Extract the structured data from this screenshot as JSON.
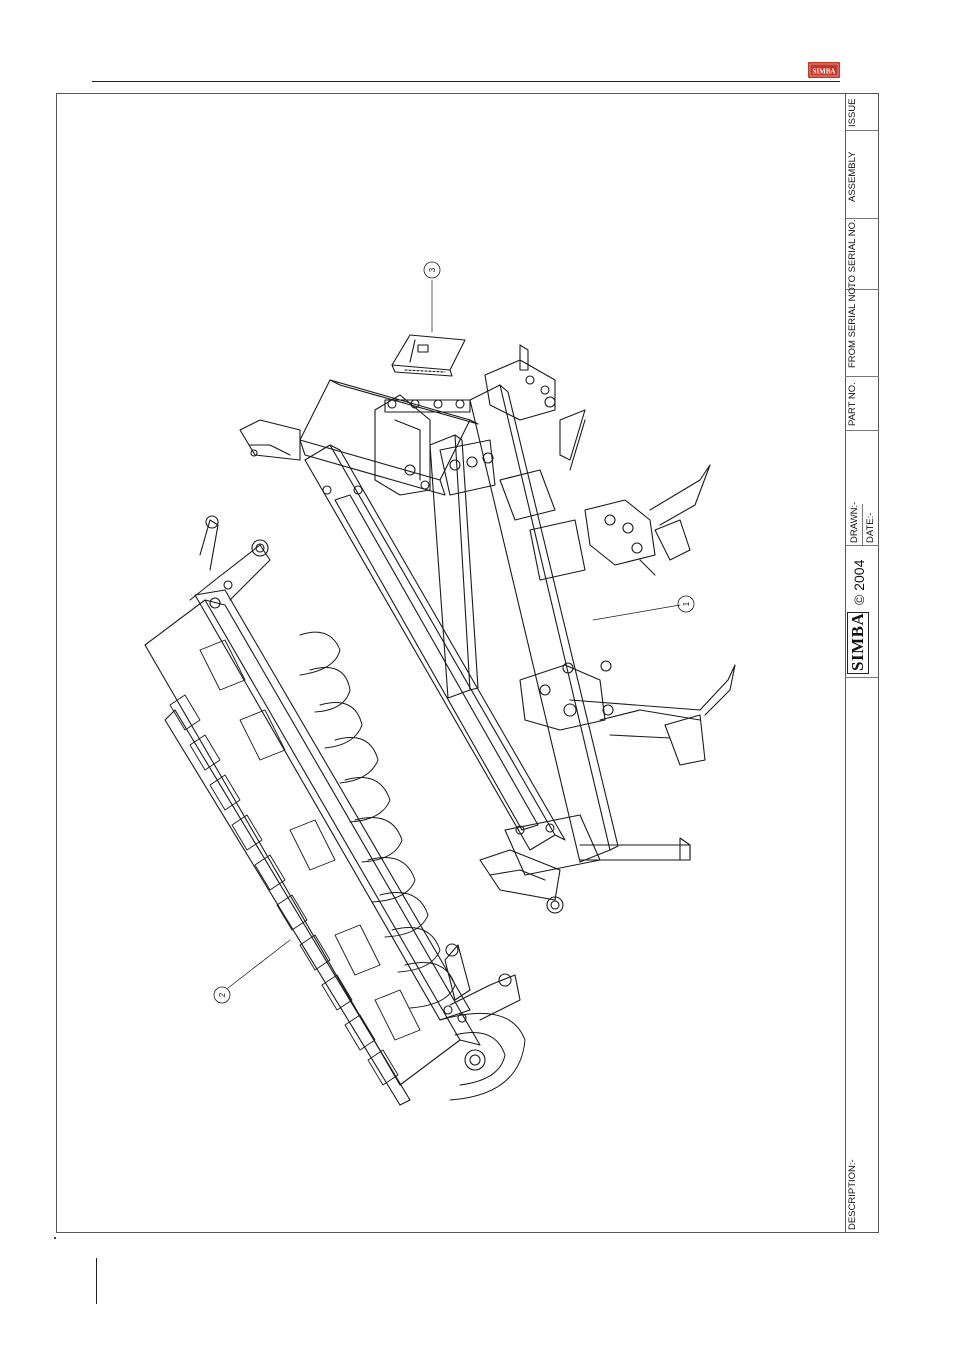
{
  "header": {
    "logo_text": "SIMBA",
    "logo_color": "#c0392b"
  },
  "title_block": {
    "issue_label": "ISSUE",
    "assembly_label": "ASSEMBLY",
    "to_serial_label": "TO SERIAL NO.",
    "from_serial_label": "FROM SERIAL NO.",
    "part_no_label": "PART NO.",
    "drawn_label": "DRAWN:-",
    "date_label": "DATE:-",
    "copyright": "© 2004",
    "brand": "SIMBA",
    "description_label": "DESCRIPTION:-"
  },
  "callouts": [
    "1",
    "2",
    "3"
  ]
}
